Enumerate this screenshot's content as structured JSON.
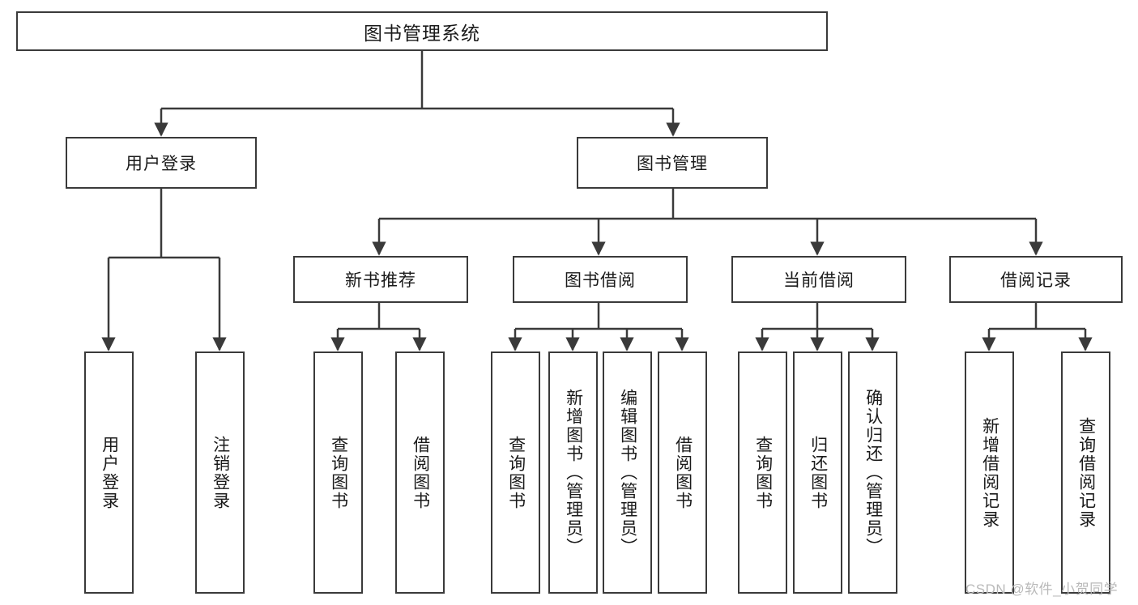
{
  "diagram": {
    "type": "hierarchy-tree",
    "title": "图书管理系统",
    "root": {
      "label": "图书管理系统"
    },
    "level2": [
      {
        "label": "用户登录"
      },
      {
        "label": "图书管理"
      }
    ],
    "level3": [
      {
        "label": "新书推荐"
      },
      {
        "label": "图书借阅"
      },
      {
        "label": "当前借阅"
      },
      {
        "label": "借阅记录"
      }
    ],
    "leaves": {
      "user_login": [
        {
          "label": "用户登录"
        },
        {
          "label": "注销登录"
        }
      ],
      "new_book_recommend": [
        {
          "label": "查询图书"
        },
        {
          "label": "借阅图书"
        }
      ],
      "book_borrow": [
        {
          "label": "查询图书"
        },
        {
          "label": "新增图书（管理员）"
        },
        {
          "label": "编辑图书（管理员）"
        },
        {
          "label": "借阅图书"
        }
      ],
      "current_borrow": [
        {
          "label": "查询图书"
        },
        {
          "label": "归还图书"
        },
        {
          "label": "确认归还（管理员）"
        }
      ],
      "borrow_record": [
        {
          "label": "新增借阅记录"
        },
        {
          "label": "查询借阅记录"
        }
      ]
    }
  },
  "watermark": {
    "text": "CSDN @软件_小贺同学"
  },
  "colors": {
    "stroke": "#3a3a3a",
    "fill": "#ffffff",
    "text": "#1a1a1a",
    "watermark": "#b9b9b9"
  }
}
